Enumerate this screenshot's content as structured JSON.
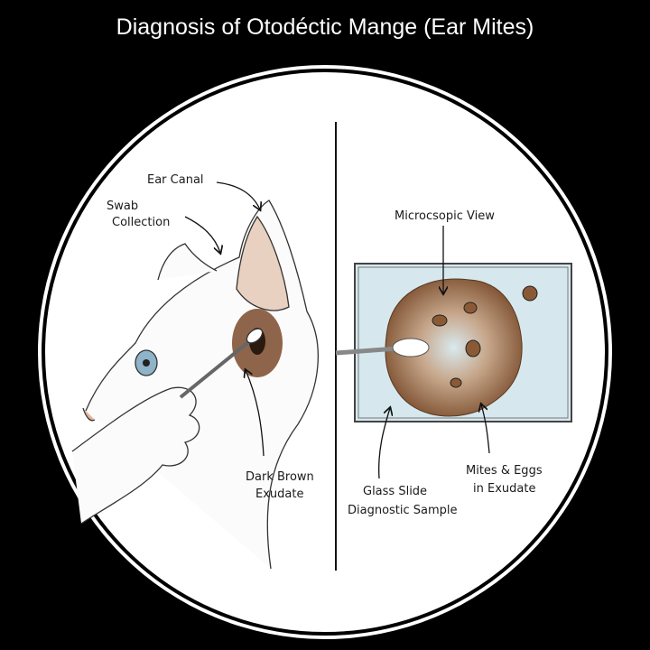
{
  "title": "Diagnosis of Otodéctic Mange (Ear Mites)",
  "labels": {
    "ear_canal": "Ear Canal",
    "swab_collection": [
      "Swab",
      "Collection"
    ],
    "dark_brown_exudate": [
      "Dark Brown",
      "Exudate"
    ],
    "microscopic_view": "Microcsopic View",
    "glass_slide": [
      "Glass Slide",
      "Diagnostic Sample"
    ],
    "mites_eggs": [
      "Mites & Eggs",
      "in Exudate"
    ]
  },
  "colors": {
    "exudate": "#8a5a36",
    "slide": "#d6e8ee",
    "background": "#000000"
  }
}
